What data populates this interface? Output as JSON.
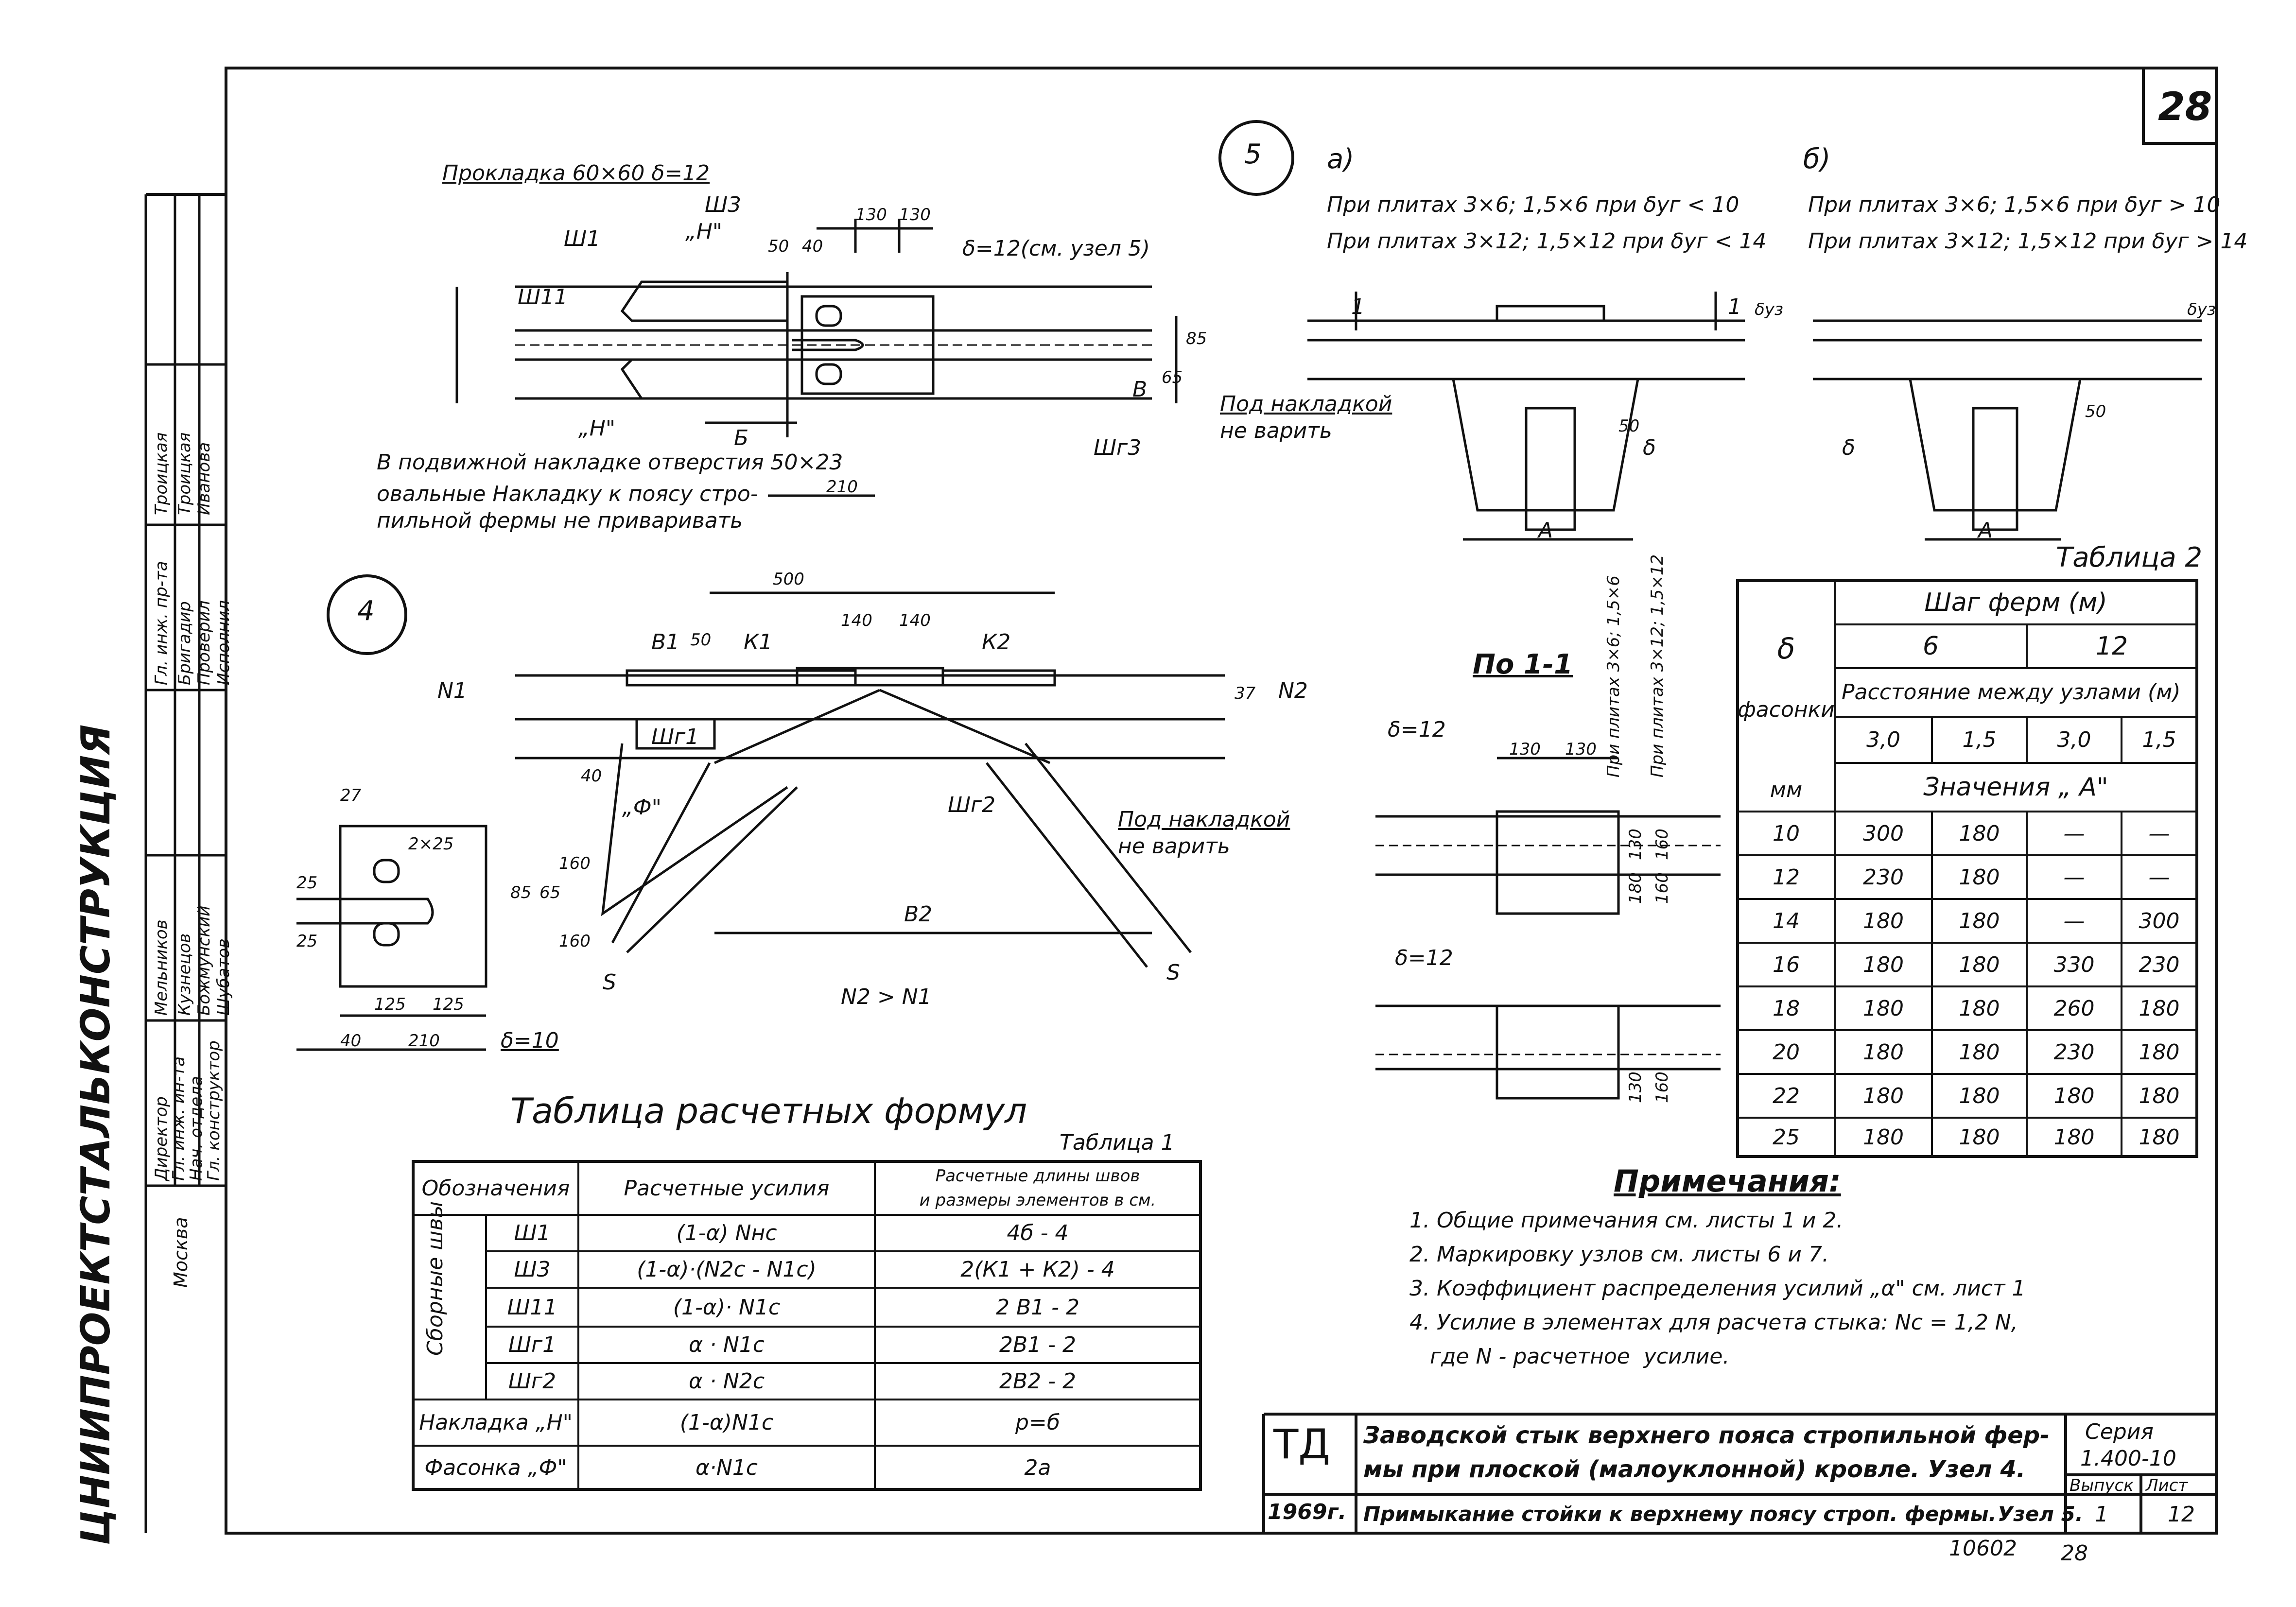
{
  "sheet_number": "28",
  "stamp_side": {
    "org": "ЦНИИПРОЕКТСТАЛЬКОНСТРУКЦИЯ",
    "city": "Москва",
    "roles": [
      "Директор",
      "Гл. инж. ин-та",
      "Нач. отдела",
      "Гл. конструктор",
      "Гл. инж. пр-та",
      "Бригадир",
      "Проверил",
      "Исполнил"
    ],
    "names": [
      "Мельников",
      "Кузнецов",
      "Божмунский",
      "Шубатов",
      "Троицкая",
      "Троицкая",
      "Иванова"
    ]
  },
  "node5": {
    "label": "5",
    "prokladka": "Прокладка 60×60 δ=12",
    "sh3": "Ш3",
    "sh1": "Ш1",
    "sh11": "Ш11",
    "H": "„Н\"",
    "H2": "„Н\"",
    "d130a": "130",
    "d130b": "130",
    "d50": "50",
    "d40": "40",
    "delta_note": "δ=12(см. узел 5)",
    "B": "Б",
    "v": "В",
    "d65": "65",
    "d85": "85",
    "d210": "210",
    "sh2": "Шг3",
    "oval_note_1": "В подвижной накладке отверстия 50×23",
    "oval_note_2": "овальные  Накладку к поясу стро-",
    "oval_note_3": "пильной  фермы не приваривать"
  },
  "node4": {
    "label": "4",
    "d500": "500",
    "d140a": "140",
    "d140b": "140",
    "v1": "В1",
    "d50": "50",
    "K1": "К1",
    "K2": "К2",
    "N1": "N1",
    "N2": "N2",
    "d37": "37",
    "sh21": "Шг1",
    "sh22": "Шг2",
    "d40": "40",
    "F": "„Ф\"",
    "pod_nakl_1": "Под накладкой",
    "pod_nakl_2": "не варить",
    "v2": "В2",
    "S1": "S",
    "S2": "S",
    "rel": "N2 > N1"
  },
  "plate": {
    "d27": "27",
    "d2x25": "2×25",
    "d25a": "25",
    "d25b": "25",
    "d65": "65",
    "d85": "85",
    "d160a": "160",
    "d160b": "160",
    "d125a": "125",
    "d125b": "125",
    "d40": "40",
    "d210": "210",
    "delta": "δ=10"
  },
  "view_a": {
    "label": "а)",
    "line1": "При плитах 3×6; 1,5×6  при δуг < 10",
    "line2": "При плитах 3×12; 1,5×12 при δуг < 14",
    "pod_1": "Под накладкой",
    "pod_2": "не варить",
    "d50": "50",
    "delta": "δ",
    "A": "А",
    "one_l": "1",
    "one_r": "1",
    "duz": "δуз"
  },
  "view_b": {
    "label": "б)",
    "line1": "При плитах 3×6; 1,5×6 при δуг > 10",
    "line2": "При плитах 3×12; 1,5×12 при δуг > 14",
    "delta": "δ",
    "d50": "50",
    "A": "А",
    "duz": "δуз"
  },
  "section": {
    "title": "По 1-1",
    "v1": "При плитах 3×6; 1,5×6",
    "v2": "При плитах 3×12; 1,5×12",
    "d12a": "δ=12",
    "d12b": "δ=12",
    "d130a": "130",
    "d130b": "130",
    "d130c": "130",
    "d160a": "160",
    "d180": "180",
    "d160b": "160",
    "d130d": "130",
    "d160c": "160"
  },
  "table2": {
    "caption": "Таблица 2",
    "delta_header": "δ",
    "fasonki": "фасонки",
    "mm": "мм",
    "shag": "Шаг ферм (м)",
    "s6": "6",
    "s12": "12",
    "rasst": "Расстояние между узлами (м)",
    "sub": [
      "3,0",
      "1,5",
      "3,0",
      "1,5"
    ],
    "znach": "Значения „ А\"",
    "rows": [
      [
        "10",
        "300",
        "180",
        "—",
        "—"
      ],
      [
        "12",
        "230",
        "180",
        "—",
        "—"
      ],
      [
        "14",
        "180",
        "180",
        "—",
        "300"
      ],
      [
        "16",
        "180",
        "180",
        "330",
        "230"
      ],
      [
        "18",
        "180",
        "180",
        "260",
        "180"
      ],
      [
        "20",
        "180",
        "180",
        "230",
        "180"
      ],
      [
        "22",
        "180",
        "180",
        "180",
        "180"
      ],
      [
        "25",
        "180",
        "180",
        "180",
        "180"
      ]
    ]
  },
  "table1": {
    "title": "Таблица  расчетных  формул",
    "caption": "Таблица 1",
    "h1": "Обозначения",
    "h2": "Расчетные усилия",
    "h3a": "Расчетные длины швов",
    "h3b": "и размеры элементов в см.",
    "group": "Сборные швы",
    "rows": [
      [
        "Ш1",
        "(1-α) Nнс",
        "4б - 4"
      ],
      [
        "Ш3",
        "(1-α)·(N2с - N1с)",
        "2(К1 + К2) - 4"
      ],
      [
        "Ш11",
        "(1-α)· N1с",
        "2 В1 - 2"
      ],
      [
        "Шг1",
        "α · N1с",
        "2В1 - 2"
      ],
      [
        "Шг2",
        "α · N2с",
        "2В2 - 2"
      ]
    ],
    "extra": [
      [
        "Накладка „Н\"",
        "(1-α)N1с",
        "р=б"
      ],
      [
        "Фасонка „Ф\"",
        "α·N1с",
        "2а"
      ]
    ]
  },
  "notes": {
    "title": "Примечания:",
    "items": [
      "1. Общие  примечания  см. листы  1 и 2.",
      "2. Маркировку  узлов см. листы  6 и 7.",
      "3. Коэффициент  распределения усилий „α\" см. лист 1",
      "4. Усилие в элементах  для расчета  стыка: Nс = 1,2 N,",
      "   где N - расчетное  усилие."
    ]
  },
  "titleblock": {
    "td": "ТД",
    "year": "1969г.",
    "line1": "Заводской стык верхнего пояса стропильной фер-",
    "line2": "мы при плоской (малоуклонной) кровле. Узел 4.",
    "line3": "Примыкание стойки к верхнему поясу строп. фермы.",
    "uzel5": "Узел 5.",
    "seria_label": "Серия",
    "seria": "1.400-10",
    "vyp_label": "Выпуск",
    "list_label": "Лист",
    "vyp": "1",
    "list": "12"
  },
  "bottom": {
    "code": "10602",
    "num": "28"
  }
}
